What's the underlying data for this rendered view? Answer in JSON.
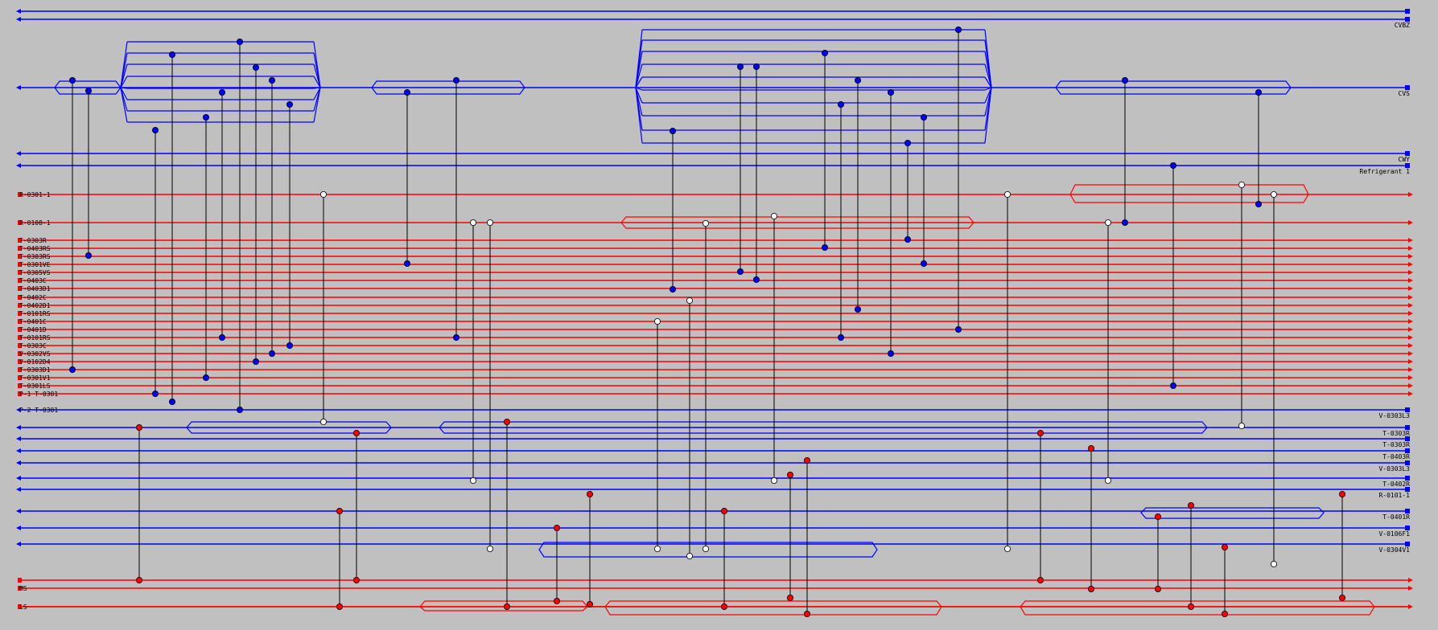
{
  "colors": {
    "hot": "#ff0000",
    "cold": "#0000ff",
    "tie": "#000000",
    "bg": "#c0c0c0"
  },
  "streams": [
    {
      "id": "s0",
      "temp": "",
      "left_label": "",
      "right_label": "",
      "kind": "cold"
    },
    {
      "id": "s1",
      "temp": "",
      "left_label": "",
      "right_label": "CVBZ",
      "kind": "cold"
    },
    {
      "id": "s2",
      "temp": "",
      "left_label": "",
      "right_label": "CVS",
      "kind": "cold"
    },
    {
      "id": "s3",
      "temp": "",
      "left_label": "",
      "right_label": "CWY",
      "kind": "cold"
    },
    {
      "id": "s4",
      "temp": "",
      "left_label": "",
      "right_label": "Refrigerant 1",
      "kind": "cold"
    },
    {
      "id": "s5",
      "temp": "",
      "left_label": "R-0301-1",
      "right_label": "",
      "kind": "hot"
    },
    {
      "id": "s6",
      "temp": "",
      "left_label": "R-0108-1",
      "right_label": "",
      "kind": "hot"
    },
    {
      "id": "s7",
      "temp": "",
      "left_label": "T-0303R",
      "right_label": "",
      "kind": "hot"
    },
    {
      "id": "s8",
      "temp": "",
      "left_label": "T-0403RS",
      "right_label": "",
      "kind": "hot"
    },
    {
      "id": "s9",
      "temp": "",
      "left_label": "T-0303RS",
      "right_label": "",
      "kind": "hot"
    },
    {
      "id": "s10",
      "temp": "",
      "left_label": "T-0301VE",
      "right_label": "",
      "kind": "hot"
    },
    {
      "id": "s11",
      "temp": "",
      "left_label": "T-0305VS",
      "right_label": "",
      "kind": "hot"
    },
    {
      "id": "s12",
      "temp": "",
      "left_label": "T-0403C",
      "right_label": "",
      "kind": "hot"
    },
    {
      "id": "s13",
      "temp": "",
      "left_label": "T-0403D1",
      "right_label": "",
      "kind": "hot"
    },
    {
      "id": "s14",
      "temp": "",
      "left_label": "T-0402C",
      "right_label": "",
      "kind": "hot"
    },
    {
      "id": "s15",
      "temp": "",
      "left_label": "T-0402D1",
      "right_label": "",
      "kind": "hot"
    },
    {
      "id": "s16",
      "temp": "",
      "left_label": "T-0101RS",
      "right_label": "",
      "kind": "hot"
    },
    {
      "id": "s17",
      "temp": "",
      "left_label": "T-0401C",
      "right_label": "",
      "kind": "hot"
    },
    {
      "id": "s18",
      "temp": "",
      "left_label": "T-0401D",
      "right_label": "",
      "kind": "hot"
    },
    {
      "id": "s19",
      "temp": "",
      "left_label": "T-0101RS",
      "right_label": "",
      "kind": "hot"
    },
    {
      "id": "s20",
      "temp": "",
      "left_label": "T-0303C",
      "right_label": "",
      "kind": "hot"
    },
    {
      "id": "s21",
      "temp": "",
      "left_label": "V-0302VS",
      "right_label": "",
      "kind": "hot"
    },
    {
      "id": "s22",
      "temp": "",
      "left_label": "V-0102D4",
      "right_label": "",
      "kind": "hot"
    },
    {
      "id": "s23",
      "temp": "",
      "left_label": "T-0303D1",
      "right_label": "",
      "kind": "hot"
    },
    {
      "id": "s24",
      "temp": "",
      "left_label": "T-0301V1",
      "right_label": "",
      "kind": "hot"
    },
    {
      "id": "s25",
      "temp": "",
      "left_label": "T-0301LS",
      "right_label": "",
      "kind": "hot"
    },
    {
      "id": "s26",
      "temp": "",
      "left_label": "P-1 T-0301",
      "right_label": "",
      "kind": "hot"
    },
    {
      "id": "s27",
      "temp": "",
      "left_label": "P-2 T-0301",
      "right_label": "V-0303L3",
      "kind": "cold"
    },
    {
      "id": "s28",
      "temp": "",
      "left_label": "",
      "right_label": "T-0303R",
      "kind": "cold"
    },
    {
      "id": "s29",
      "temp": "",
      "left_label": "",
      "right_label": "T-0303R",
      "kind": "cold"
    },
    {
      "id": "s30",
      "temp": "",
      "left_label": "",
      "right_label": "T-0403R",
      "kind": "cold"
    },
    {
      "id": "s31",
      "temp": "",
      "left_label": "",
      "right_label": "V-0303L3",
      "kind": "cold"
    },
    {
      "id": "s32",
      "temp": "",
      "left_label": "",
      "right_label": "T-0402R",
      "kind": "cold"
    },
    {
      "id": "s33",
      "temp": "",
      "left_label": "",
      "right_label": "R-0101-1",
      "kind": "cold"
    },
    {
      "id": "s34",
      "temp": "",
      "left_label": "",
      "right_label": "T-0401R",
      "kind": "cold"
    },
    {
      "id": "s35",
      "temp": "",
      "left_label": "",
      "right_label": "V-0106F1",
      "kind": "cold"
    },
    {
      "id": "s36",
      "temp": "",
      "left_label": "",
      "right_label": "V-0304V1",
      "kind": "cold"
    },
    {
      "id": "s37",
      "temp": "",
      "left_label": "",
      "right_label": "",
      "kind": "hot"
    },
    {
      "id": "s38",
      "temp": "",
      "left_label": "MS",
      "right_label": "",
      "kind": "hot"
    },
    {
      "id": "s39",
      "temp": "",
      "left_label": "LS",
      "right_label": "",
      "kind": "hot"
    }
  ]
}
